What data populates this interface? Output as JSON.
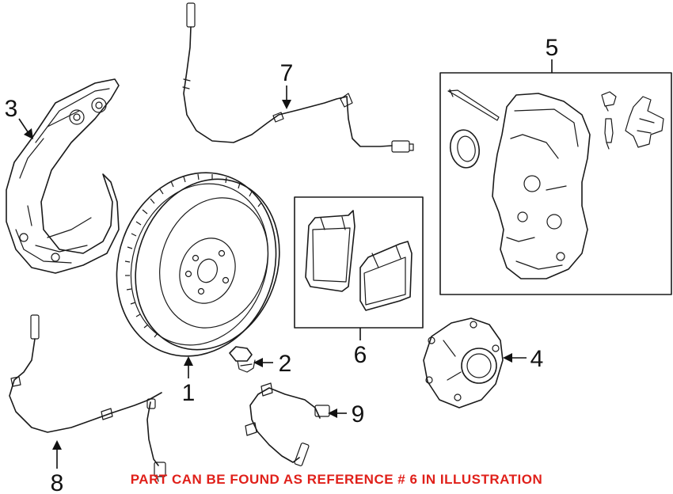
{
  "callouts": [
    {
      "id": "rotor",
      "label": "1"
    },
    {
      "id": "bolt",
      "label": "2"
    },
    {
      "id": "shield",
      "label": "3"
    },
    {
      "id": "hub",
      "label": "4"
    },
    {
      "id": "caliper",
      "label": "5"
    },
    {
      "id": "pads",
      "label": "6"
    },
    {
      "id": "sensor-top",
      "label": "7"
    },
    {
      "id": "sensor-left",
      "label": "8"
    },
    {
      "id": "sensor-small",
      "label": "9"
    }
  ],
  "note": "PART CAN BE FOUND AS REFERENCE # 6 IN ILLUSTRATION",
  "colors": {
    "note": "#e0201a",
    "line": "#1a1a1a",
    "background": "#ffffff"
  }
}
